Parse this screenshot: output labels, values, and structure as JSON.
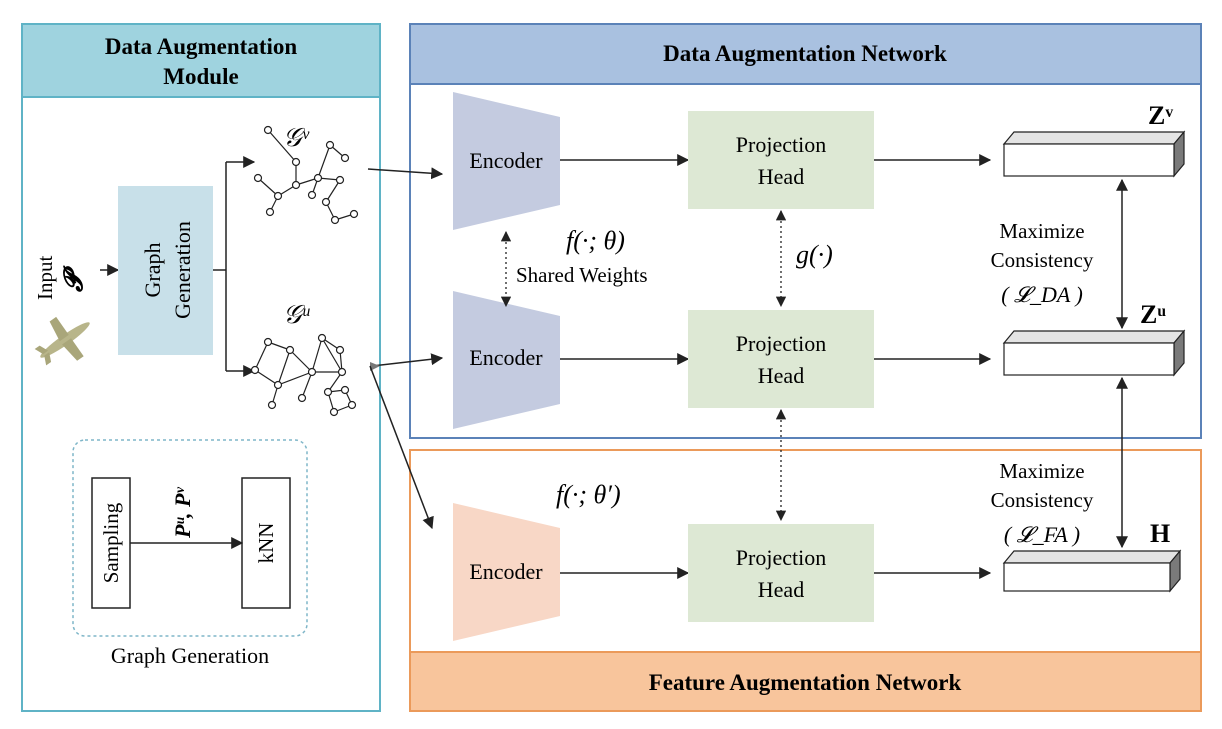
{
  "left_module": {
    "title_line1": "Data Augmentation",
    "title_line2": "Module",
    "input_label": "Input",
    "input_symbol": "𝓟",
    "graph_gen_line1": "Graph",
    "graph_gen_line2": "Generation",
    "graph_v_label": "𝒢ᵛ",
    "graph_u_label": "𝒢ᵘ",
    "sampling_label": "Sampling",
    "knn_label": "kNN",
    "p_label": "Pᵘ, Pᵛ",
    "subbox_caption": "Graph Generation"
  },
  "da_network": {
    "title": "Data Augmentation Network",
    "encoder_label": "Encoder",
    "proj_line1": "Projection",
    "proj_line2": "Head",
    "f_theta": "f(·; θ)",
    "shared_weights": "Shared  Weights",
    "g_label": "g(·)",
    "maximize": "Maximize",
    "consistency": "Consistency",
    "loss_da": "( 𝓛_DA )",
    "zv_label": "Zᵛ",
    "zu_label": "Zᵘ"
  },
  "fa_network": {
    "title": "Feature Augmentation Network",
    "encoder_label": "Encoder",
    "proj_line1": "Projection",
    "proj_line2": "Head",
    "f_theta_prime": "f(·; θ′)",
    "maximize": "Maximize",
    "consistency": "Consistency",
    "loss_fa": "( 𝓛_FA )",
    "h_label": "H"
  },
  "colors": {
    "left_title_bg": "#9fd3df",
    "left_border": "#5fb3c6",
    "da_title_bg": "#a9c1e0",
    "da_border": "#5b82b8",
    "fa_title_bg": "#f8c59c",
    "fa_border": "#eb9a5a",
    "graph_gen_box": "#c8e0e9",
    "encoder_da": "#c4cbe0",
    "encoder_fa": "#f8d7c6",
    "proj_head": "#dde8d4",
    "feature_bar": "#ffffff",
    "feature_bar_side": "#7a7a7a"
  }
}
